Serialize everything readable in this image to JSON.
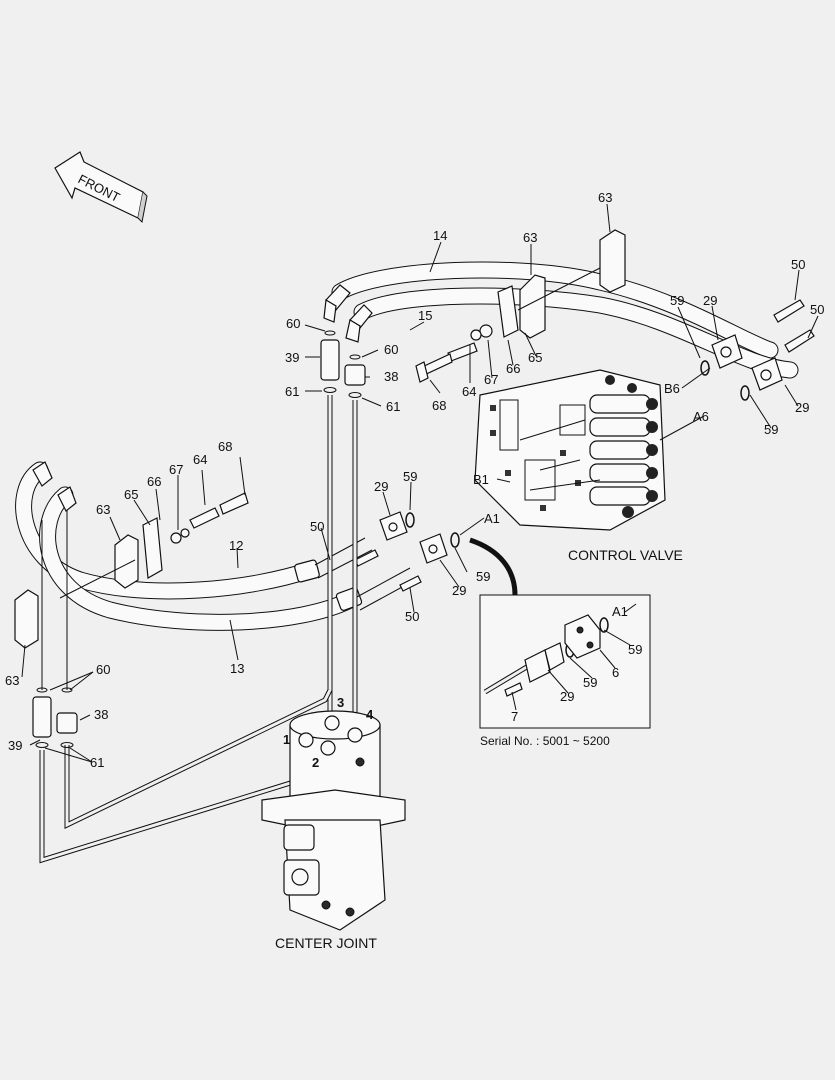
{
  "front_arrow": {
    "label": "FRONT"
  },
  "captions": {
    "control_valve": "CONTROL VALVE",
    "center_joint": "CENTER JOINT",
    "serial": "Serial No. : 5001 ~ 5200"
  },
  "callouts": {
    "c14": "14",
    "c63a": "63",
    "c63b": "63",
    "c50a": "50",
    "c50b": "50",
    "c59a": "59",
    "c29a": "29",
    "c60a": "60",
    "c60b": "60",
    "c15": "15",
    "c39a": "39",
    "c38a": "38",
    "c61a": "61",
    "c61b": "61",
    "c68a": "68",
    "c64a": "64",
    "c67a": "67",
    "c66a": "66",
    "c65a": "65",
    "cB6": "B6",
    "cA6": "A6",
    "c29b": "29",
    "c59b": "59",
    "c68b": "68",
    "c67b": "67",
    "c64b": "64",
    "c66b": "66",
    "c65b": "65",
    "c63c": "63",
    "c12": "12",
    "c29c": "29",
    "c59c": "59",
    "cB1": "B1",
    "cA1": "A1",
    "c50c": "50",
    "c59d": "59",
    "c29d": "29",
    "c50d": "50",
    "c13": "13",
    "c63d": "63",
    "c60c": "60",
    "c38b": "38",
    "c39b": "39",
    "c61c": "61",
    "p1": "1",
    "p2": "2",
    "p3": "3",
    "p4": "4",
    "dA1": "A1",
    "d59a": "59",
    "d6": "6",
    "d59b": "59",
    "d29": "29",
    "d7": "7"
  }
}
